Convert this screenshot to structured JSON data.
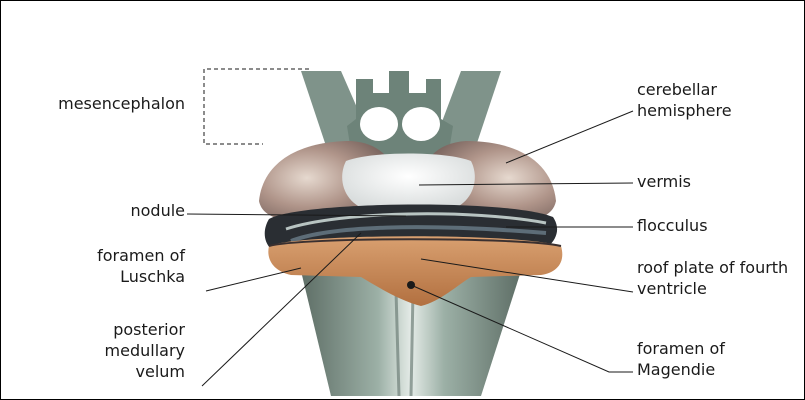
{
  "labels": {
    "mesencephalon": "mesencephalon",
    "nodule": "nodule",
    "foramen_luschka": "foramen of\nLuschka",
    "posterior_velum": "posterior\nmedullary\nvelum",
    "cerebellar_hemisphere": "cerebellar\nhemisphere",
    "vermis": "vermis",
    "flocculus": "flocculus",
    "roof_plate": "roof plate of fourth\nventricle",
    "foramen_magendie": "foramen of\nMagendie"
  },
  "colors": {
    "line": "#1a1a1a",
    "stem_gray_green": "#8fa39a",
    "hemisphere_brown": "#a8897a",
    "vermis_white": "#f4f4f4",
    "dark_band": "#2a2e33",
    "roof_orange": "#c88a55"
  }
}
